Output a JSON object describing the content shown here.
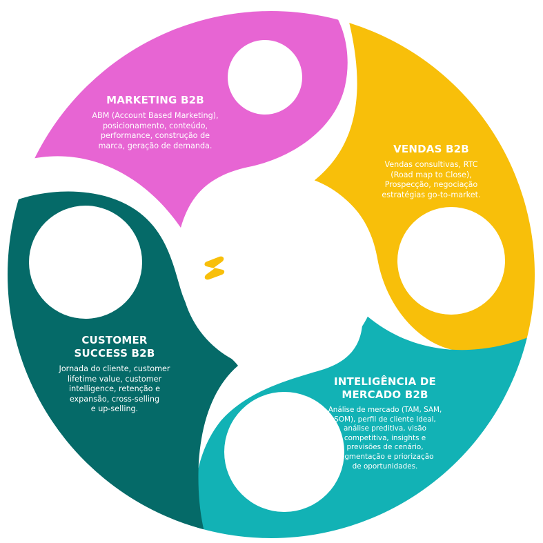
{
  "colors": {
    "marketing": "#E765D3",
    "vendas": "#F8BF0A",
    "inteligencia": "#12B2B5",
    "customer": "#056A68",
    "logo": "#F8BF0A",
    "background": "#FFFFFF"
  },
  "center_logo": {
    "icon": "z-logo-icon"
  },
  "segments": {
    "marketing": {
      "title": [
        "MARKETING B2B"
      ],
      "description": [
        "ABM (Account Based Marketing),",
        "posicionamento, conteúdo,",
        "performance, construção de",
        "marca, geração de demanda."
      ]
    },
    "vendas": {
      "title": [
        "VENDAS B2B"
      ],
      "description": [
        "Vendas consultivas, RTC",
        "(Road map to Close),",
        "Prospecção, negociação",
        "estratégias go-to-market."
      ]
    },
    "inteligencia": {
      "title": [
        "INTELIGÊNCIA DE",
        "MERCADO B2B"
      ],
      "description": [
        "Análise de mercado (TAM, SAM,",
        "SOM), perfil de cliente Ideal,",
        "análise preditiva, visão",
        "competitiva, insights e",
        "previsões de cenário,",
        "segmentação e priorização",
        "de oportunidades."
      ]
    },
    "customer": {
      "title": [
        "CUSTOMER",
        "SUCCESS B2B"
      ],
      "description": [
        "Jornada do cliente, customer",
        "lifetime value, customer",
        "intelligence, retenção e",
        "expansão, cross-selling",
        "e up-selling."
      ]
    }
  }
}
